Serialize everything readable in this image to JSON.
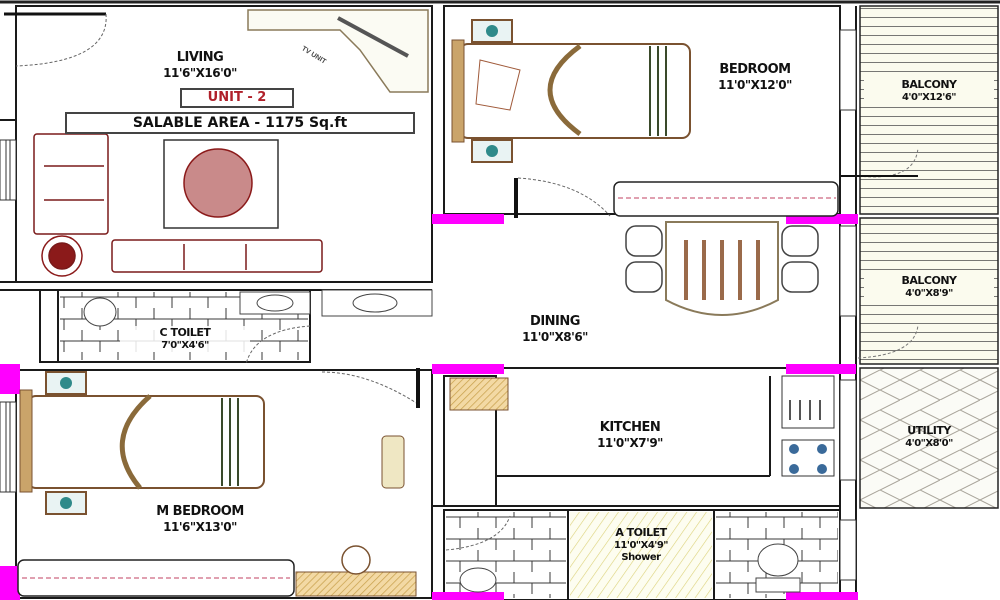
{
  "plan": {
    "unit_label": "UNIT - 2",
    "salable_area": "SALABLE AREA - 1175 Sq.ft",
    "tv_label": "TV UNIT",
    "colors": {
      "wall": "#1a1a1a",
      "wall_marker": "#ff00ff",
      "unit_text": "#b0202a",
      "balcony_fill": "#fbfbee",
      "furniture_brown": "#7a5230",
      "furniture_red": "#8b1a1a",
      "accent_teal": "#2f8a8a"
    }
  },
  "rooms": {
    "living": {
      "name": "LIVING",
      "dim": "11'6\"X16'0\""
    },
    "bedroom": {
      "name": "BEDROOM",
      "dim": "11'0\"X12'0\""
    },
    "balcony1": {
      "name": "BALCONY",
      "dim": "4'0\"X12'6\""
    },
    "balcony2": {
      "name": "BALCONY",
      "dim": "4'0\"X8'9\""
    },
    "utility": {
      "name": "UTILITY",
      "dim": "4'0\"X8'0\""
    },
    "c_toilet": {
      "name": "C TOILET",
      "dim": "7'0\"X4'6\""
    },
    "dining": {
      "name": "DINING",
      "dim": "11'0\"X8'6\""
    },
    "kitchen": {
      "name": "KITCHEN",
      "dim": "11'0\"X7'9\""
    },
    "m_bedroom": {
      "name": "M BEDROOM",
      "dim": "11'6\"X13'0\""
    },
    "a_toilet": {
      "name": "A TOILET",
      "dim": "11'0\"X4'9\"",
      "note": "Shower"
    }
  }
}
